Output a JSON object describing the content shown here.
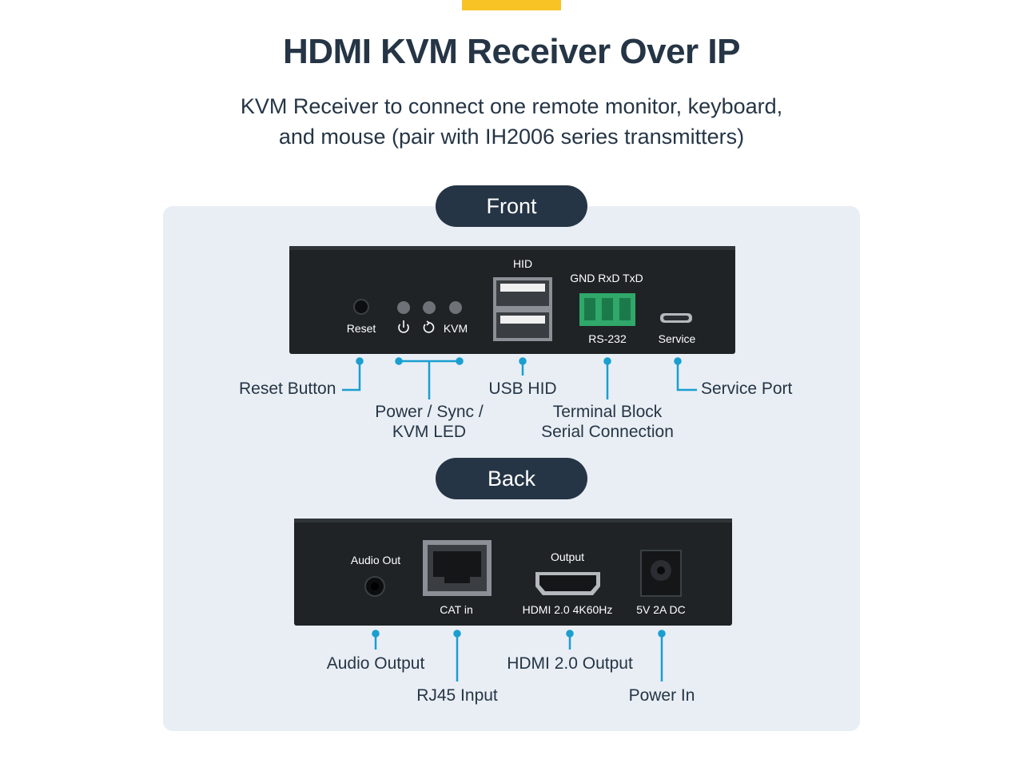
{
  "header": {
    "title": "HDMI KVM Receiver Over IP",
    "subtitle_line1": "KVM Receiver to connect one remote monitor, keyboard,",
    "subtitle_line2": "and mouse (pair with IH2006 series transmitters)"
  },
  "front": {
    "label": "Front",
    "device_labels": {
      "reset": "Reset",
      "kvm": "KVM",
      "hid": "HID",
      "gnd_rxd_txd": "GND RxD TxD",
      "rs232": "RS-232",
      "service": "Service"
    },
    "callouts": {
      "reset_button": "Reset Button",
      "led_line1": "Power / Sync /",
      "led_line2": "KVM LED",
      "usb_hid": "USB HID",
      "terminal_line1": "Terminal Block",
      "terminal_line2": "Serial Connection",
      "service_port": "Service Port"
    }
  },
  "back": {
    "label": "Back",
    "device_labels": {
      "audio_out": "Audio Out",
      "cat_in": "CAT in",
      "output": "Output",
      "hdmi": "HDMI 2.0 4K60Hz",
      "power": "5V 2A DC"
    },
    "callouts": {
      "audio_output": "Audio Output",
      "rj45_input": "RJ45 Input",
      "hdmi_output": "HDMI 2.0 Output",
      "power_in": "Power In"
    }
  },
  "colors": {
    "accent": "#f7c325",
    "navy": "#253545",
    "callout_line": "#1a9fd0",
    "panel_bg": "#e9eef4",
    "device": "#1f2326",
    "terminal_green": "#2fa86a"
  },
  "icons": [
    "power-icon",
    "sync-icon"
  ]
}
